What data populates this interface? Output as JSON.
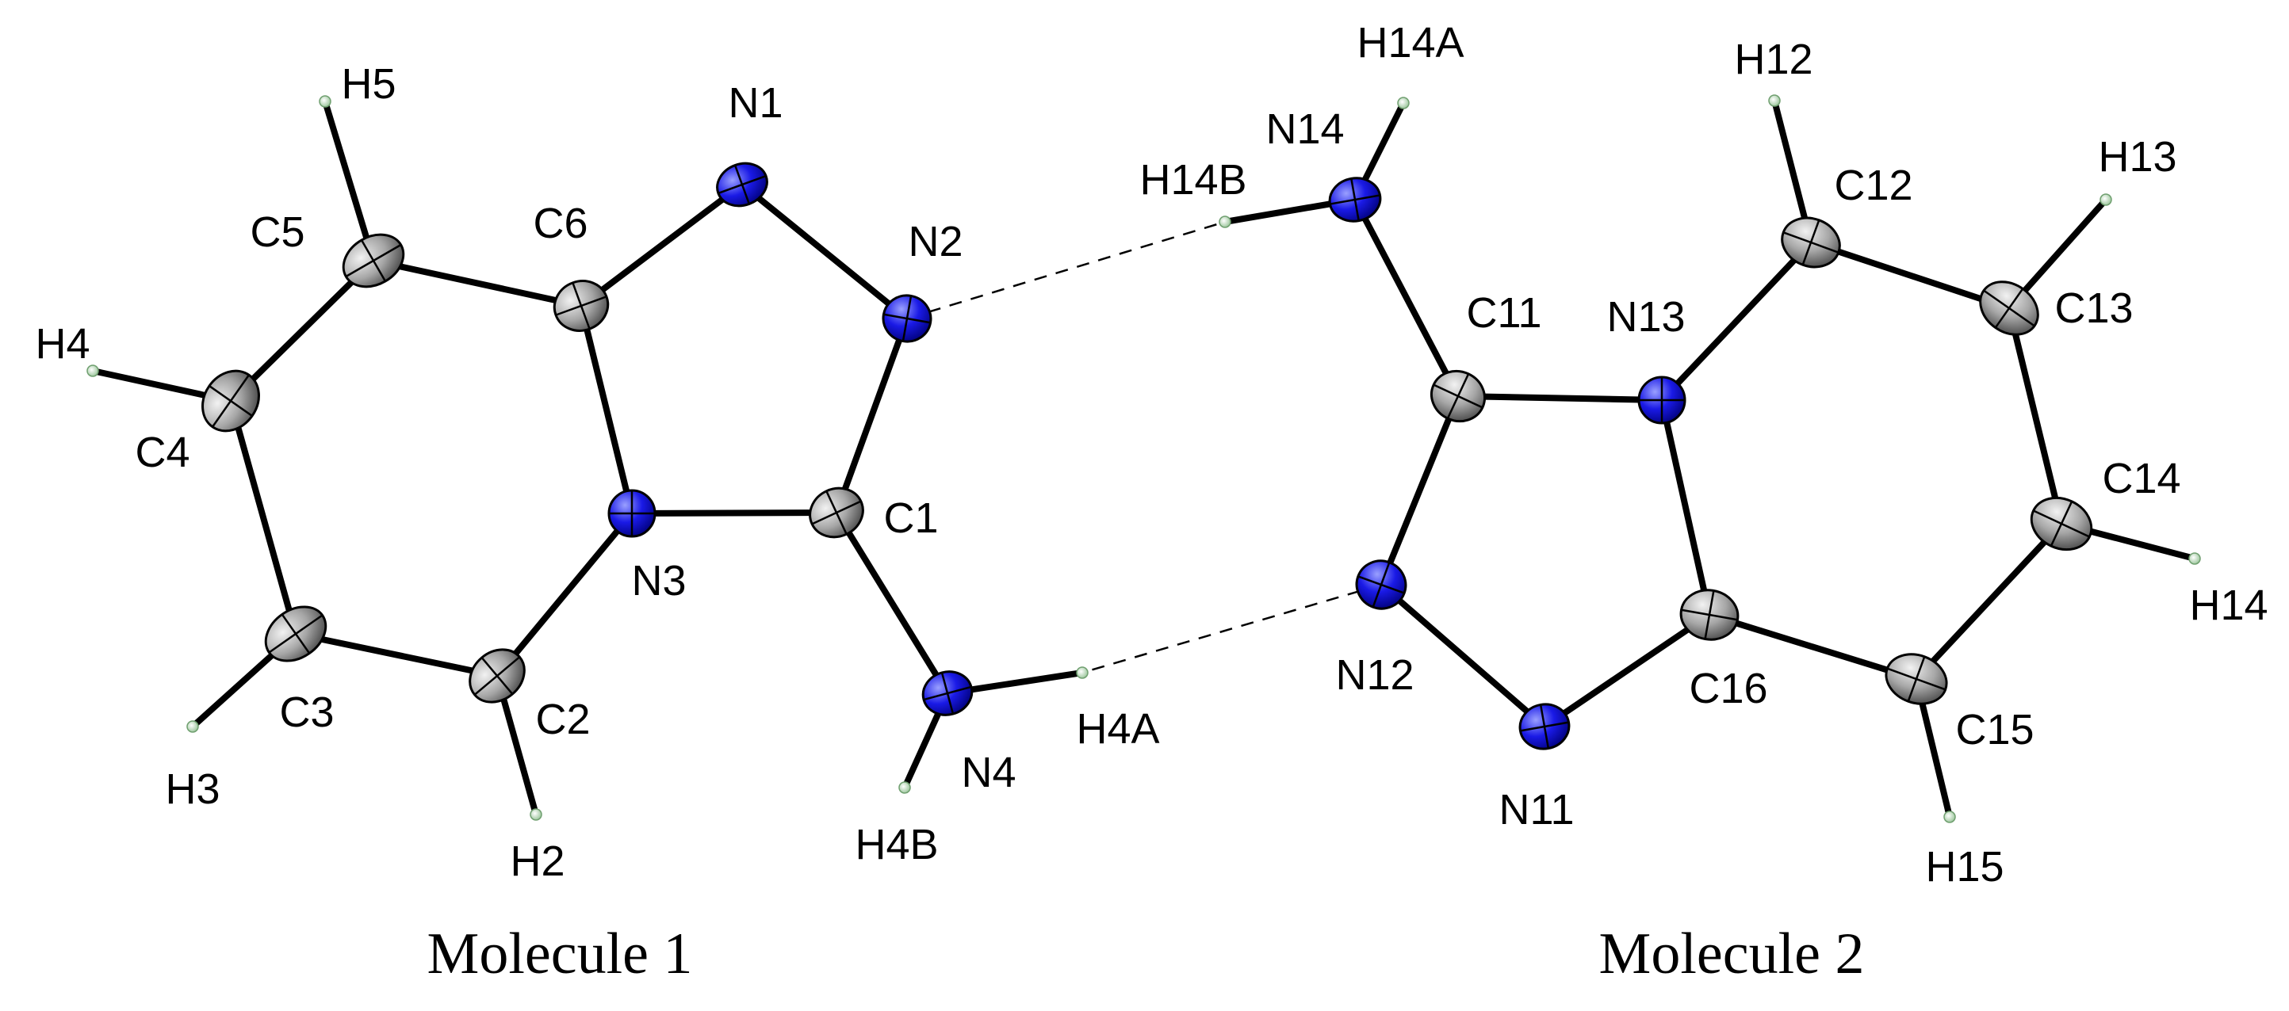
{
  "colors": {
    "carbon": "#a6a6a6",
    "nitrogen": "#1a1ae6",
    "hydrogen": "#d4ecd4",
    "bond": "#000000"
  },
  "captions": {
    "molecule1": "Molecule 1",
    "molecule2": "Molecule 2"
  },
  "atoms": [
    {
      "id": "N1",
      "element": "N",
      "label": "N1"
    },
    {
      "id": "N2",
      "element": "N",
      "label": "N2"
    },
    {
      "id": "N3",
      "element": "N",
      "label": "N3"
    },
    {
      "id": "N4",
      "element": "N",
      "label": "N4"
    },
    {
      "id": "C1",
      "element": "C",
      "label": "C1"
    },
    {
      "id": "C2",
      "element": "C",
      "label": "C2"
    },
    {
      "id": "C3",
      "element": "C",
      "label": "C3"
    },
    {
      "id": "C4",
      "element": "C",
      "label": "C4"
    },
    {
      "id": "C5",
      "element": "C",
      "label": "C5"
    },
    {
      "id": "C6",
      "element": "C",
      "label": "C6"
    },
    {
      "id": "H2",
      "element": "H",
      "label": "H2"
    },
    {
      "id": "H3",
      "element": "H",
      "label": "H3"
    },
    {
      "id": "H4",
      "element": "H",
      "label": "H4"
    },
    {
      "id": "H5",
      "element": "H",
      "label": "H5"
    },
    {
      "id": "H4A",
      "element": "H",
      "label": "H4A"
    },
    {
      "id": "H4B",
      "element": "H",
      "label": "H4B"
    },
    {
      "id": "N11",
      "element": "N",
      "label": "N11"
    },
    {
      "id": "N12",
      "element": "N",
      "label": "N12"
    },
    {
      "id": "N13",
      "element": "N",
      "label": "N13"
    },
    {
      "id": "N14",
      "element": "N",
      "label": "N14"
    },
    {
      "id": "C11",
      "element": "C",
      "label": "C11"
    },
    {
      "id": "C12",
      "element": "C",
      "label": "C12"
    },
    {
      "id": "C13",
      "element": "C",
      "label": "C13"
    },
    {
      "id": "C14",
      "element": "C",
      "label": "C14"
    },
    {
      "id": "C15",
      "element": "C",
      "label": "C15"
    },
    {
      "id": "C16",
      "element": "C",
      "label": "C16"
    },
    {
      "id": "H12",
      "element": "H",
      "label": "H12"
    },
    {
      "id": "H13",
      "element": "H",
      "label": "H13"
    },
    {
      "id": "H14",
      "element": "H",
      "label": "H14"
    },
    {
      "id": "H15",
      "element": "H",
      "label": "H15"
    },
    {
      "id": "H14A",
      "element": "H",
      "label": "H14A"
    },
    {
      "id": "H14B",
      "element": "H",
      "label": "H14B"
    }
  ],
  "bonds": [
    [
      "N1",
      "N2"
    ],
    [
      "N1",
      "C6"
    ],
    [
      "N2",
      "C1"
    ],
    [
      "C1",
      "N3"
    ],
    [
      "N3",
      "C6"
    ],
    [
      "C6",
      "C5"
    ],
    [
      "C5",
      "C4"
    ],
    [
      "C4",
      "C3"
    ],
    [
      "C3",
      "C2"
    ],
    [
      "C2",
      "N3"
    ],
    [
      "C1",
      "N4"
    ],
    [
      "N4",
      "H4A"
    ],
    [
      "N4",
      "H4B"
    ],
    [
      "C2",
      "H2"
    ],
    [
      "C3",
      "H3"
    ],
    [
      "C4",
      "H4"
    ],
    [
      "C5",
      "H5"
    ],
    [
      "N11",
      "N12"
    ],
    [
      "N11",
      "C16"
    ],
    [
      "N12",
      "C11"
    ],
    [
      "C11",
      "N13"
    ],
    [
      "N13",
      "C16"
    ],
    [
      "C11",
      "N14"
    ],
    [
      "N14",
      "H14A"
    ],
    [
      "N14",
      "H14B"
    ],
    [
      "N13",
      "C12"
    ],
    [
      "C12",
      "C13"
    ],
    [
      "C13",
      "C14"
    ],
    [
      "C14",
      "C15"
    ],
    [
      "C15",
      "C16"
    ],
    [
      "C12",
      "H12"
    ],
    [
      "C13",
      "H13"
    ],
    [
      "C14",
      "H14"
    ],
    [
      "C15",
      "H15"
    ]
  ],
  "hydrogen_bonds": [
    [
      "N2",
      "H14B"
    ],
    [
      "N12",
      "H4A"
    ]
  ]
}
